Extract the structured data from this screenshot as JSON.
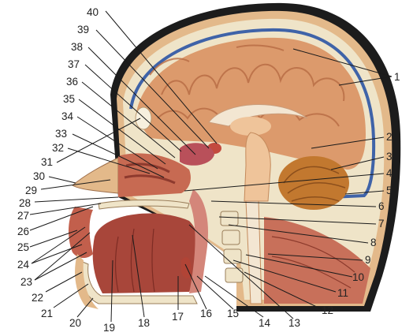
{
  "figure": {
    "callouts": [
      {
        "id": "c1",
        "text": "1"
      },
      {
        "id": "c2",
        "text": "2"
      },
      {
        "id": "c3",
        "text": "3"
      },
      {
        "id": "c4",
        "text": "4"
      },
      {
        "id": "c5",
        "text": "5"
      },
      {
        "id": "c6",
        "text": "6"
      },
      {
        "id": "c7",
        "text": "7"
      },
      {
        "id": "c8",
        "text": "8"
      },
      {
        "id": "c9",
        "text": "9"
      },
      {
        "id": "c10",
        "text": "10"
      },
      {
        "id": "c11",
        "text": "11"
      },
      {
        "id": "c12",
        "text": "12"
      },
      {
        "id": "c13",
        "text": "13"
      },
      {
        "id": "c14",
        "text": "14"
      },
      {
        "id": "c15",
        "text": "15"
      },
      {
        "id": "c16",
        "text": "16"
      },
      {
        "id": "c17",
        "text": "17"
      },
      {
        "id": "c18",
        "text": "18"
      },
      {
        "id": "c19",
        "text": "19"
      },
      {
        "id": "c20",
        "text": "20"
      },
      {
        "id": "c21",
        "text": "21"
      },
      {
        "id": "c22",
        "text": "22"
      },
      {
        "id": "c23",
        "text": "23"
      },
      {
        "id": "c24",
        "text": "24"
      },
      {
        "id": "c25",
        "text": "25"
      },
      {
        "id": "c26",
        "text": "26"
      },
      {
        "id": "c27",
        "text": "27"
      },
      {
        "id": "c28",
        "text": "28"
      },
      {
        "id": "c29",
        "text": "29"
      },
      {
        "id": "c30",
        "text": "30"
      },
      {
        "id": "c31",
        "text": "31"
      },
      {
        "id": "c32",
        "text": "32"
      },
      {
        "id": "c33",
        "text": "33"
      },
      {
        "id": "c34",
        "text": "34"
      },
      {
        "id": "c35",
        "text": "35"
      },
      {
        "id": "c36",
        "text": "36"
      },
      {
        "id": "c37",
        "text": "37"
      },
      {
        "id": "c38",
        "text": "38"
      },
      {
        "id": "c39",
        "text": "39"
      },
      {
        "id": "c40",
        "text": "40"
      }
    ],
    "colors": {
      "scalp_dark": "#1c1c1c",
      "skin": "#e3b98a",
      "bone": "#efe4c8",
      "dura_blue": "#3f63a8",
      "brain": "#dc9a6c",
      "brain_light": "#efc49a",
      "cerebellum": "#c2782f",
      "muscle": "#a8463a",
      "muscle_light": "#c8705a",
      "mucosa": "#d4867a",
      "white_matter": "#f3e6d2"
    }
  }
}
